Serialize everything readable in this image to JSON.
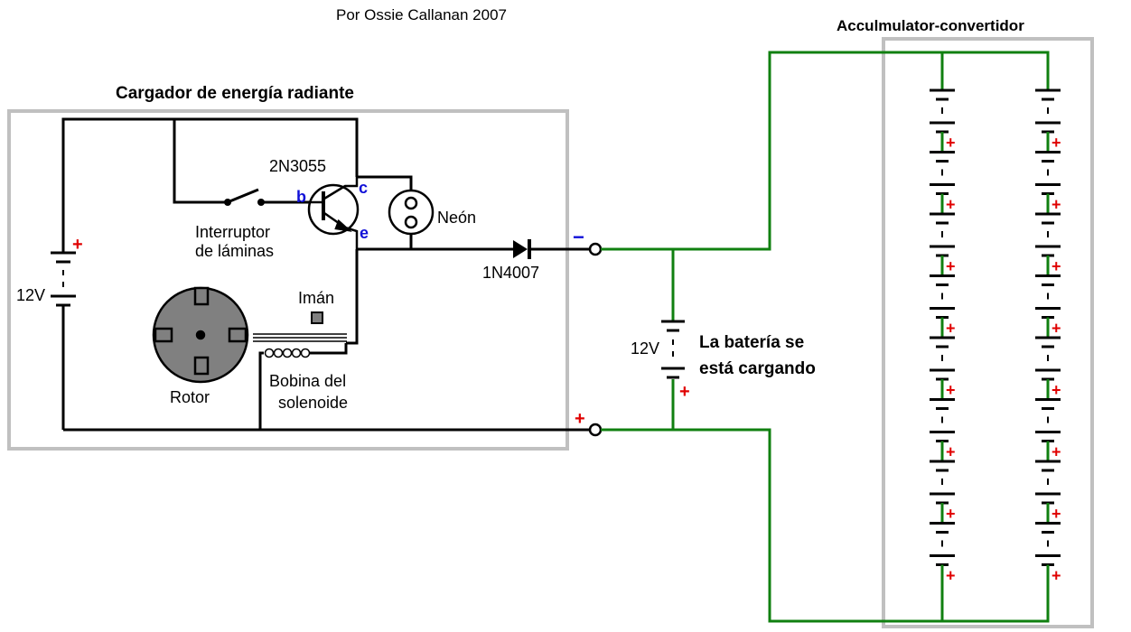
{
  "credit": "Por Ossie Callanan 2007",
  "accumulator_title": "Acculmulator-convertidor",
  "charger_title": "Cargador de energía radiante",
  "transistor": {
    "model": "2N3055",
    "base": "b",
    "collector": "c",
    "emitter": "e"
  },
  "reed_switch_label": [
    "Interruptor",
    "de láminas"
  ],
  "neon_label": "Neón",
  "diode_label": "1N4007",
  "source_voltage": "12V",
  "magnet_label": "Imán",
  "coil_label": [
    "Bobina del",
    "solenoide"
  ],
  "rotor_label": "Rotor",
  "charging_battery_voltage": "12V",
  "charging_label": [
    "La batería se",
    "está cargando"
  ],
  "polarity": {
    "plus": "+",
    "minus": "−"
  },
  "accumulator": {
    "columns": 2,
    "cells_per_column": 8
  },
  "colors": {
    "wire_black": "#000000",
    "wire_green": "#108010",
    "frame": "#c0c0c0",
    "plus": "#e00000",
    "minus": "#1010d8",
    "rotor": "#808080"
  }
}
